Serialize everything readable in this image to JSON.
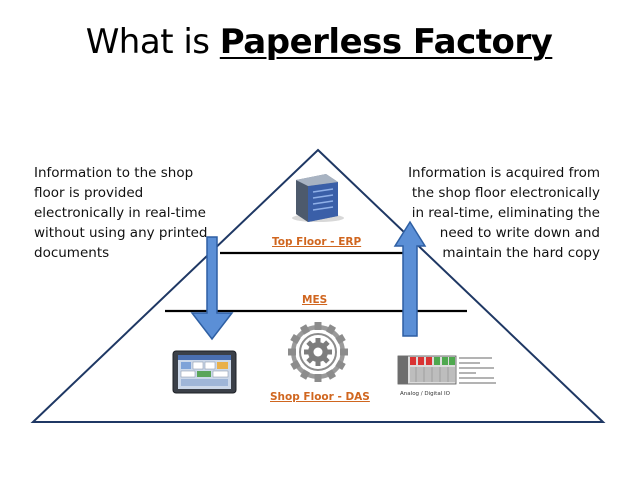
{
  "title": {
    "prefix": "What is ",
    "emphasis": "Paperless Factory"
  },
  "left_note": "Information to the shop floor is provided electronically in real-time without using any printed documents",
  "right_note": "Information is acquired from the shop floor electronically in real-time, eliminating the need to write down and maintain the hard copy",
  "levels": {
    "top": "Top Floor - ERP",
    "middle": "MES",
    "bottom": "Shop Floor - DAS"
  },
  "device_caption": "Analog / Digital IO",
  "colors": {
    "triangle_stroke": "#1f3864",
    "arrow_fill": "#5b8fd6",
    "arrow_stroke": "#2e5fa3",
    "level_label": "#d0661f",
    "divider": "#000000"
  },
  "icons": [
    "server-icon",
    "gear-icon",
    "touch-panel-icon",
    "io-module-icon"
  ]
}
